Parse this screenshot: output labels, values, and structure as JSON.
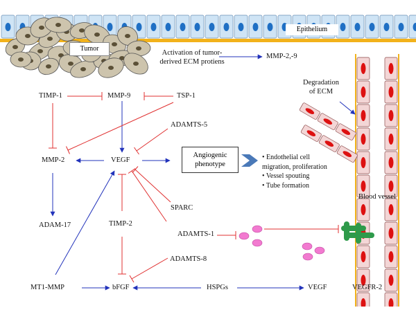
{
  "epithelium_label": "Epithelium",
  "tumor_label": "Tumor",
  "activation_text_1": "Activation of tumor-",
  "activation_text_2": "derived ECM protiens",
  "mmp29": "MMP-2,-9",
  "degradation_1": "Degradation",
  "degradation_2": "of ECM",
  "timp1": "TIMP-1",
  "mmp9": "MMP-9",
  "tsp1": "TSP-1",
  "adamts5": "ADAMTS-5",
  "mmp2": "MMP-2",
  "vegf": "VEGF",
  "angiogenic_1": "Angiogenic",
  "angiogenic_2": "phenotype",
  "bullets": [
    "• Endothelial cell",
    "migration, proliferation",
    "• Vessel spouting",
    "• Tube formation"
  ],
  "blood_vessel": "Blood vessel",
  "sparc": "SPARC",
  "adam17": "ADAM-17",
  "timp2": "TIMP-2",
  "adamts1": "ADAMTS-1",
  "adamts8": "ADAMTS-8",
  "mt1mmp": "MT1-MMP",
  "bfgf": "bFGF",
  "hspgs": "HSPGs",
  "vegf_bottom": "VEGF",
  "vegfr2": "VEGFR-2",
  "colors": {
    "activation": "#2233bb",
    "inhibition": "#e03030",
    "epithelium_cell": "#cfe4f5",
    "nucleus": "#1f6fc4",
    "tumor_cell": "#cdc4ad",
    "vessel_cell": "#f3d6d6",
    "vessel_nucleus": "#dd1111",
    "vesicle": "#f27ad0",
    "receptor": "#2e9a4a",
    "basement": "#f2b21b"
  }
}
